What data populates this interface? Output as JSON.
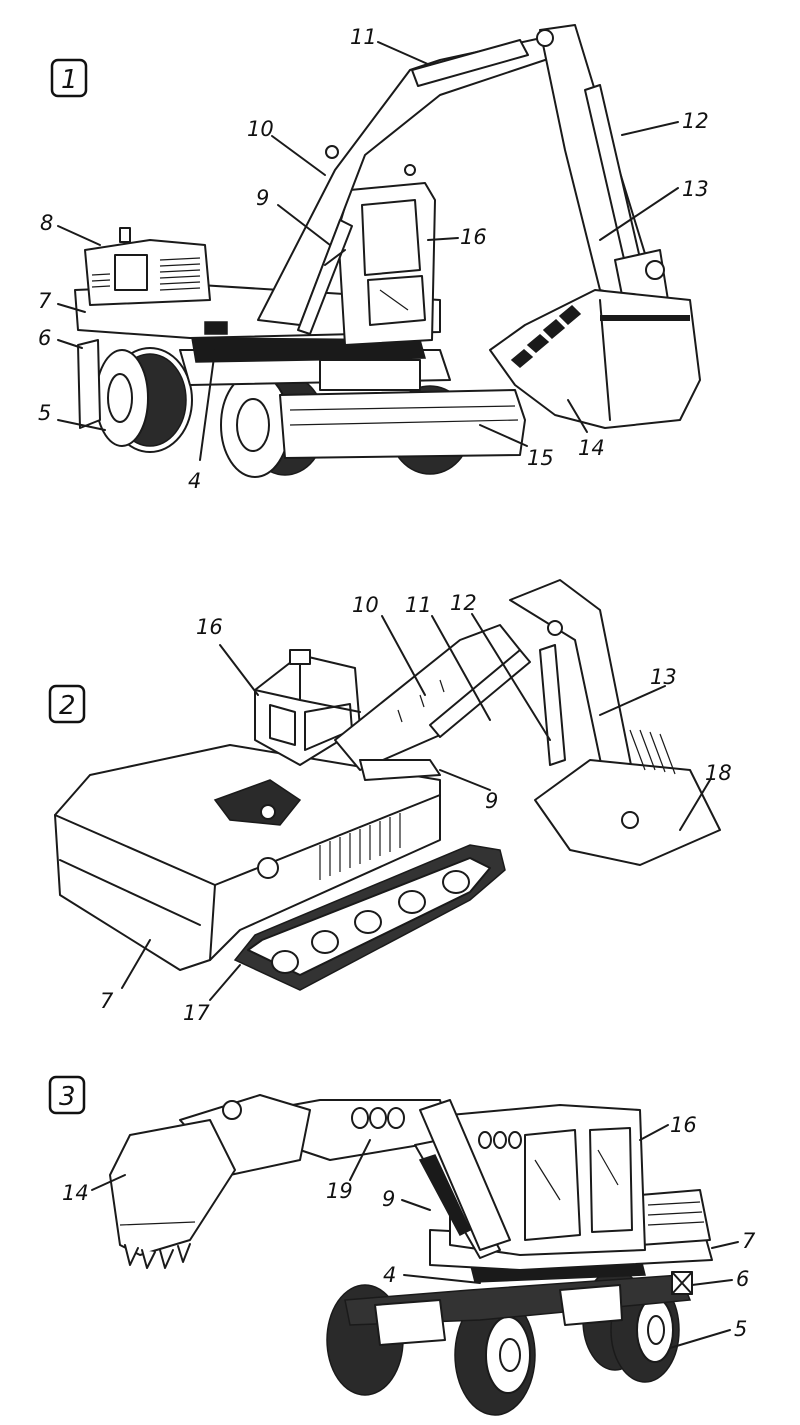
{
  "panels": [
    {
      "number": "1",
      "labels": [
        "4",
        "5",
        "6",
        "7",
        "8",
        "9",
        "10",
        "11",
        "12",
        "13",
        "14",
        "15",
        "16"
      ]
    },
    {
      "number": "2",
      "labels": [
        "7",
        "9",
        "10",
        "11",
        "12",
        "13",
        "16",
        "17",
        "18"
      ]
    },
    {
      "number": "3",
      "labels": [
        "4",
        "5",
        "6",
        "7",
        "9",
        "14",
        "16",
        "19"
      ]
    }
  ]
}
